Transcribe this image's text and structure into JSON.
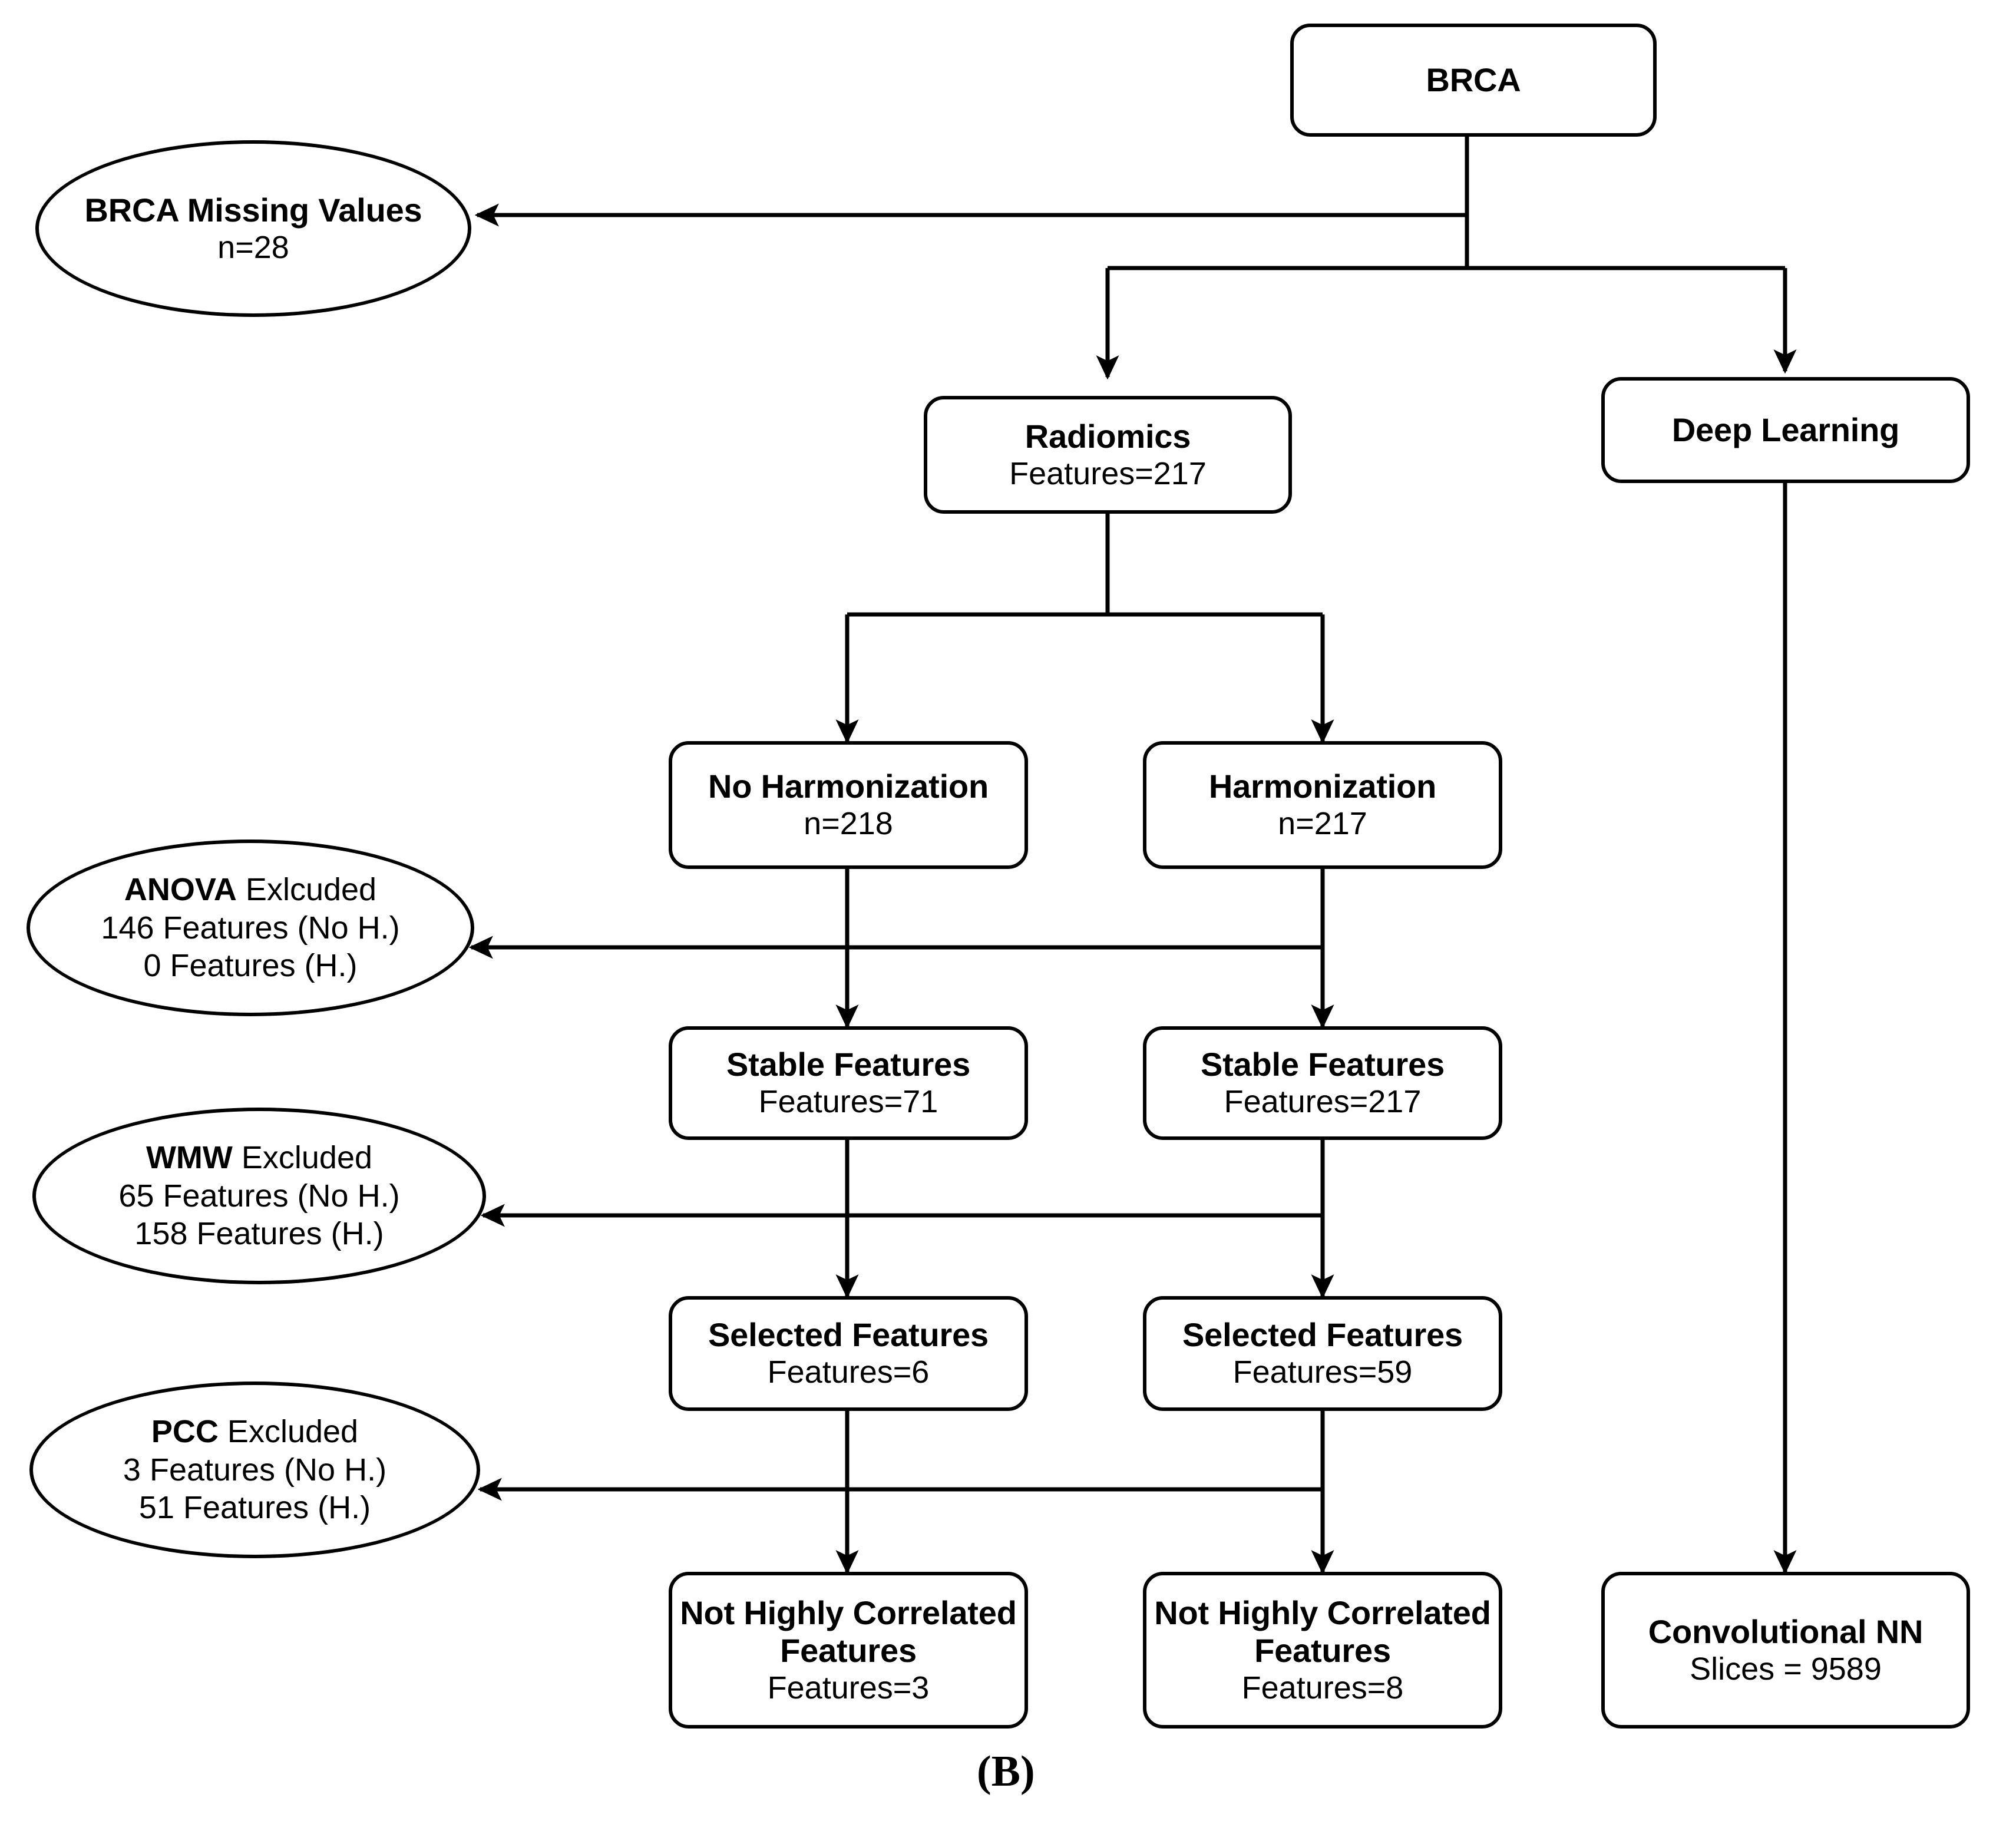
{
  "figure": {
    "panel_label": "(B)",
    "line_color": "#000000",
    "background_color": "#ffffff"
  },
  "nodes": {
    "brca": {
      "title": "BRCA",
      "subtitle": ""
    },
    "brca_missing": {
      "title": "BRCA Missing Values",
      "subtitle": "n=28"
    },
    "radiomics": {
      "title": "Radiomics",
      "subtitle": "Features=217"
    },
    "deep_learning": {
      "title": "Deep Learning",
      "subtitle": ""
    },
    "no_harmonization": {
      "title": "No Harmonization",
      "subtitle": "n=218"
    },
    "harmonization": {
      "title": "Harmonization",
      "subtitle": "n=217"
    },
    "stable_noh": {
      "title": "Stable Features",
      "subtitle": "Features=71"
    },
    "stable_h": {
      "title": "Stable Features",
      "subtitle": "Features=217"
    },
    "selected_noh": {
      "title": "Selected Features",
      "subtitle": "Features=6"
    },
    "selected_h": {
      "title": "Selected Features",
      "subtitle": "Features=59"
    },
    "notcorr_noh": {
      "title": "Not Highly Correlated Features",
      "subtitle": "Features=3"
    },
    "notcorr_h": {
      "title": "Not Highly Correlated Features",
      "subtitle": "Features=8"
    },
    "cnn": {
      "title": "Convolutional NN",
      "subtitle": "Slices = 9589"
    },
    "anova_excluded": {
      "bold_prefix": "ANOVA",
      "head_rest": " Exlcuded",
      "line1": "146 Features (No H.)",
      "line2": "0 Features (H.)"
    },
    "wmw_excluded": {
      "bold_prefix": "WMW",
      "head_rest": " Excluded",
      "line1": "65 Features (No H.)",
      "line2": "158 Features (H.)"
    },
    "pcc_excluded": {
      "bold_prefix": "PCC",
      "head_rest": " Excluded",
      "line1": "3 Features (No H.)",
      "line2": "51 Features (H.)"
    }
  }
}
